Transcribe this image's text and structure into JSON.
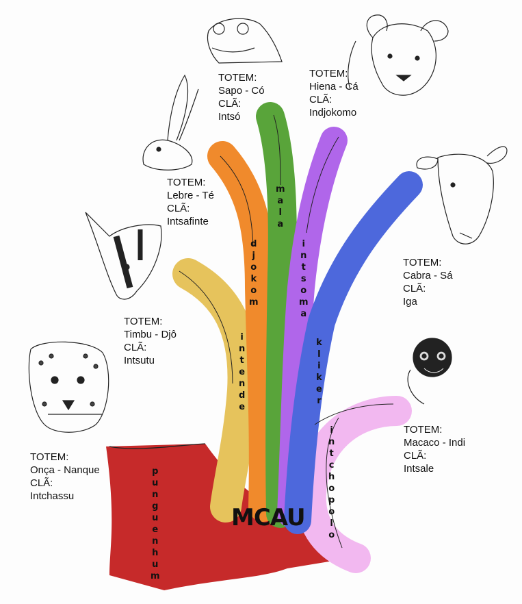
{
  "root_label": "MCAU",
  "colors": {
    "red": "#c62a2a",
    "orange": "#f08a2c",
    "yellow": "#e6c35c",
    "green": "#59a43a",
    "purple": "#b066ea",
    "blue": "#4d68dc",
    "pink": "#f2b8f0"
  },
  "branches": [
    {
      "name": "punguenhum",
      "letters": [
        "p",
        "u",
        "n",
        "g",
        "u",
        "e",
        "n",
        "h",
        "u",
        "m"
      ],
      "color": "#c62a2a"
    },
    {
      "name": "intende",
      "letters": [
        "i",
        "n",
        "t",
        "e",
        "n",
        "d",
        "e"
      ],
      "color": "#e6c35c"
    },
    {
      "name": "djokom",
      "letters": [
        "d",
        "j",
        "o",
        "k",
        "o",
        "m"
      ],
      "color": "#f08a2c"
    },
    {
      "name": "mala",
      "letters": [
        "m",
        "a",
        "l",
        "a"
      ],
      "color": "#59a43a"
    },
    {
      "name": "intsoma",
      "letters": [
        "i",
        "n",
        "t",
        "s",
        "o",
        "m",
        "a"
      ],
      "color": "#b066ea"
    },
    {
      "name": "kliker",
      "letters": [
        "k",
        "l",
        "i",
        "k",
        "e",
        "r"
      ],
      "color": "#4d68dc"
    },
    {
      "name": "intchopolo",
      "letters": [
        "i",
        "n",
        "t",
        "c",
        "h",
        "o",
        "p",
        "o",
        "l",
        "o"
      ],
      "color": "#f2b8f0"
    }
  ],
  "totems": [
    {
      "l1": "TOTEM:",
      "l2": "Onça - Nanque",
      "l3": "CLÃ:",
      "l4": "Intchassu",
      "animal": "jaguar-sketch"
    },
    {
      "l1": "TOTEM:",
      "l2": "Timbu - Djô",
      "l3": "CLÃ:",
      "l4": "Intsutu",
      "animal": "opossum-sketch"
    },
    {
      "l1": "TOTEM:",
      "l2": "Lebre - Té",
      "l3": "CLÃ:",
      "l4": "Intsafinte",
      "animal": "hare-sketch"
    },
    {
      "l1": "TOTEM:",
      "l2": "Sapo - Có",
      "l3": "CLÃ:",
      "l4": "Intsó",
      "animal": "frog-sketch"
    },
    {
      "l1": "TOTEM:",
      "l2": "Hiena - Cá",
      "l3": "CLÃ:",
      "l4": "Indjokomo",
      "animal": "hyena-sketch"
    },
    {
      "l1": "TOTEM:",
      "l2": "Cabra - Sá",
      "l3": "CLÃ:",
      "l4": "Iga",
      "animal": "goat-sketch"
    },
    {
      "l1": "TOTEM:",
      "l2": "Macaco - Indi",
      "l3": "CLÃ:",
      "l4": "Intsale",
      "animal": "monkey-sketch"
    }
  ]
}
